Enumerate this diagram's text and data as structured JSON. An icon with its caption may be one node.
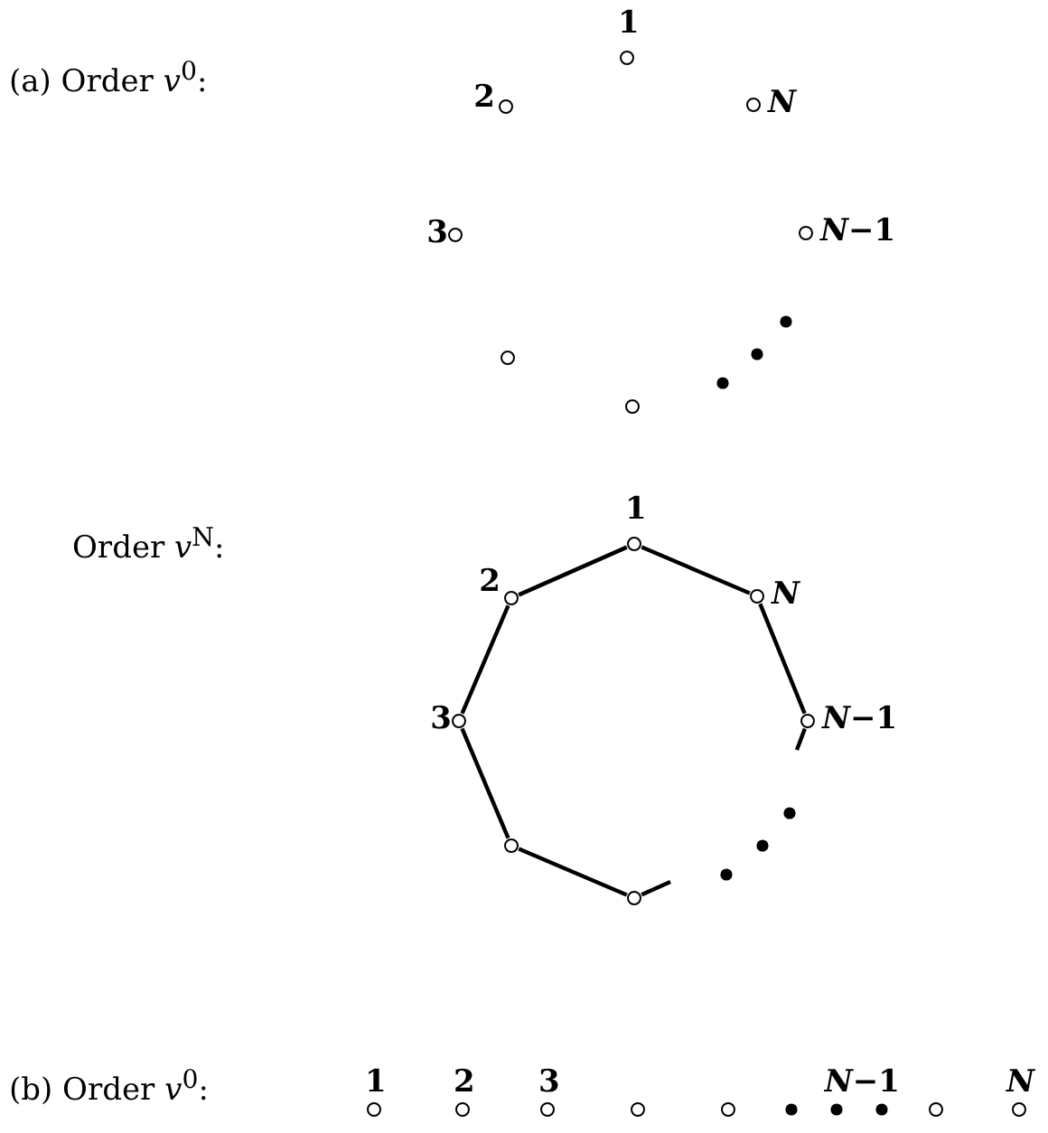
{
  "diagram": {
    "nodes": [
      {
        "text": [],
        "shape": "circle",
        "beside": [
          "1"
        ]
      },
      {
        "text": [],
        "shape": "circle",
        "beside": [
          "2"
        ]
      },
      {
        "text": [],
        "shape": "circle",
        "beside": [
          "N"
        ]
      },
      {
        "text": [],
        "shape": "circle",
        "beside": [
          "3"
        ]
      },
      {
        "text": [],
        "shape": "circle",
        "beside": [
          "*N*−1"
        ]
      },
      {
        "text": [],
        "shape": "circle"
      },
      {
        "text": [],
        "shape": "circle"
      },
      {
        "text": [],
        "shape": "circle",
        "beside": [
          "1"
        ]
      },
      {
        "text": [],
        "shape": "circle",
        "beside": [
          "2"
        ]
      },
      {
        "text": [],
        "shape": "circle",
        "beside": [
          "N"
        ]
      },
      {
        "text": [],
        "shape": "circle",
        "beside": [
          "3"
        ]
      },
      {
        "text": [],
        "shape": "circle",
        "beside": [
          "*N*−1"
        ]
      },
      {
        "text": [],
        "shape": "circle"
      },
      {
        "text": [],
        "shape": "circle"
      },
      {
        "text": [],
        "shape": "circle",
        "beside": [
          "1"
        ]
      },
      {
        "text": [],
        "shape": "circle",
        "beside": [
          "2"
        ]
      },
      {
        "text": [],
        "shape": "circle",
        "beside": [
          "3"
        ]
      },
      {
        "text": [],
        "shape": "circle"
      },
      {
        "text": [],
        "shape": "circle"
      },
      {
        "text": [],
        "shape": "circle",
        "beside": [
          "*N*−1"
        ]
      },
      {
        "text": [],
        "shape": "circle",
        "beside": [
          "N"
        ]
      }
    ],
    "edges": [
      {
        "from": 7,
        "to": 8,
        "arrow": "none"
      },
      {
        "from": 7,
        "to": 9,
        "arrow": "none"
      },
      {
        "from": 8,
        "to": 10,
        "arrow": "none"
      },
      {
        "from": 9,
        "to": 11,
        "arrow": "none"
      },
      {
        "from": 10,
        "to": 12,
        "arrow": "none"
      },
      {
        "from": 12,
        "to": 13,
        "arrow": "none"
      },
      {
        "from": 11,
        "to": null,
        "arrow": "none"
      },
      {
        "from": 13,
        "to": null,
        "arrow": "none"
      }
    ],
    "labels": [
      "(a) Order *v*$^{0}$:",
      "Order *v*$^{N}$:",
      "(b) Order *v*$^{0}$:"
    ]
  }
}
